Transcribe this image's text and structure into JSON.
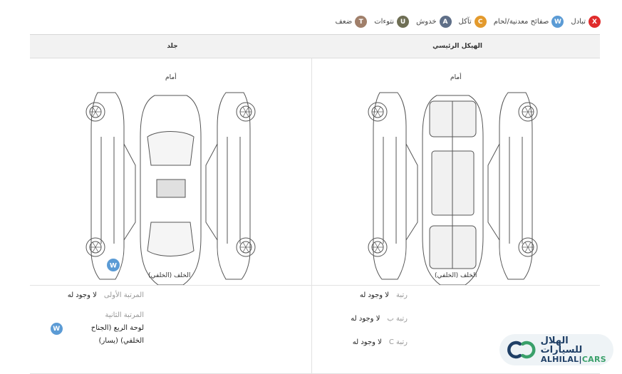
{
  "legend": [
    {
      "letter": "T",
      "label": "ضعف",
      "color": "#a07f6a"
    },
    {
      "letter": "U",
      "label": "نتوءات",
      "color": "#6e6e54"
    },
    {
      "letter": "A",
      "label": "خدوش",
      "color": "#5f6f88"
    },
    {
      "letter": "C",
      "label": "تآكل",
      "color": "#e39a2d"
    },
    {
      "letter": "W",
      "label": "صفائح معدنية/لحام",
      "color": "#5b9bd5"
    },
    {
      "letter": "X",
      "label": "تبادل",
      "color": "#e02b2b"
    }
  ],
  "tabs": {
    "main_frame": "الهيكل الرئيسي",
    "skin": "جلد"
  },
  "diagram": {
    "front_label": "أمام",
    "rear_label": "الخلف (الخلفي)"
  },
  "skin_marker": {
    "letter": "W",
    "color": "#5b9bd5"
  },
  "frame_rows": [
    {
      "label": "رتبة",
      "value": "لا وجود له"
    },
    {
      "label": "رتبة ب",
      "value": "لا وجود له"
    },
    {
      "label": "رتبة C",
      "value": "لا وجود له"
    }
  ],
  "skin_rows": {
    "first": {
      "label": "المرتبة الأولى",
      "value": "لا وجود له"
    },
    "second_label": "المرتبة الثانية",
    "second_item_line1": "لوحة الربع (الجناح",
    "second_item_line2": "الخلفي) (يسار)",
    "second_badge": "W"
  },
  "logo": {
    "arabic": "الهلال للسيارات",
    "english_a": "ALHILAL",
    "english_b": "CARS"
  }
}
